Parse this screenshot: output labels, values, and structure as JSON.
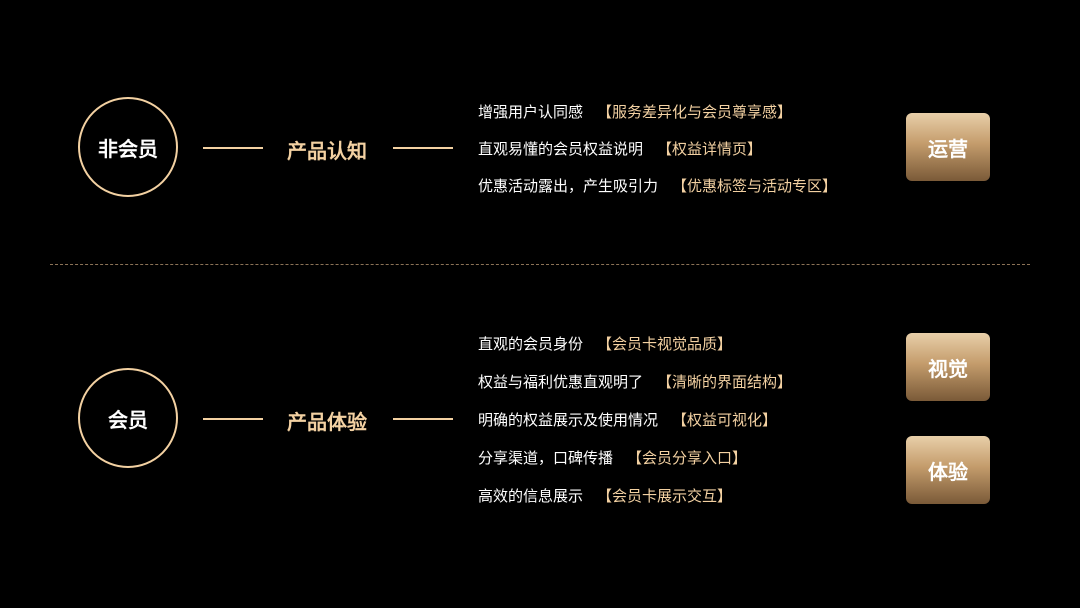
{
  "sections": [
    {
      "audience": "非会员",
      "category": "产品认知",
      "items": [
        {
          "text": "增强用户认同感",
          "tag": "【服务差异化与会员尊享感】"
        },
        {
          "text": "直观易懂的会员权益说明",
          "tag": "【权益详情页】"
        },
        {
          "text": "优惠活动露出，产生吸引力",
          "tag": "【优惠标签与活动专区】"
        }
      ],
      "outcomes": [
        "运营"
      ]
    },
    {
      "audience": "会员",
      "category": "产品体验",
      "items": [
        {
          "text": "直观的会员身份",
          "tag": "【会员卡视觉品质】"
        },
        {
          "text": "权益与福利优惠直观明了",
          "tag": "【清晰的界面结构】"
        },
        {
          "text": "明确的权益展示及使用情况",
          "tag": "【权益可视化】"
        },
        {
          "text": "分享渠道，口碑传播",
          "tag": "【会员分享入口】"
        },
        {
          "text": "高效的信息展示",
          "tag": "【会员卡展示交互】"
        }
      ],
      "outcomes": [
        "视觉",
        "体验"
      ]
    }
  ],
  "colors": {
    "background": "#000000",
    "accent": "#f3d1a2",
    "text": "#ffffff",
    "divider": "#8c7357"
  }
}
